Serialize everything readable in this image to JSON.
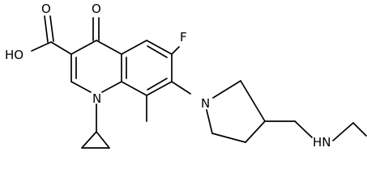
{
  "molecule": {
    "atom_labels": {
      "hydroxyl": "HO",
      "carbonyl_acid_oxygen": "O",
      "ketone_oxygen": "O",
      "fluorine": "F",
      "quinoline_nitrogen": "N",
      "pyrrolidine_nitrogen": "N",
      "amine": "HN"
    }
  },
  "colors": {
    "bond": "#000000",
    "label": "#000000",
    "background": "#ffffff"
  }
}
